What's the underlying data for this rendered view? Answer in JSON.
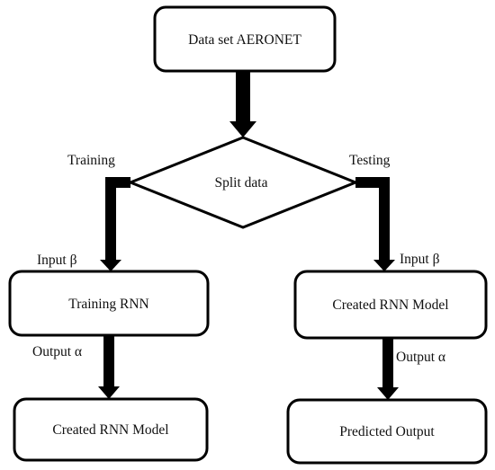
{
  "nodes": {
    "dataset": "Data set AERONET",
    "split": "Split data",
    "train": "Training RNN",
    "created_left": "Created RNN Model",
    "created_right": "Created RNN Model",
    "predicted": "Predicted Output"
  },
  "edges": {
    "training": "Training",
    "testing": "Testing",
    "input_left": "Input β",
    "input_right": "Input β",
    "output_left": "Output α",
    "output_right": "Output α"
  },
  "colors": {
    "stroke": "#000000",
    "fill": "#ffffff"
  }
}
